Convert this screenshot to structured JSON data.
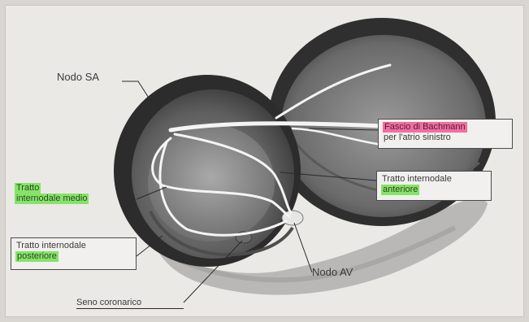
{
  "labels": {
    "sa_node": "Nodo SA",
    "bachmann_line1": "Fascio di Bachmann",
    "bachmann_line2": "per l'atrio sinistro",
    "anterior_line1": "Tratto internodale",
    "anterior_line2": "anteriore",
    "middle_line1": "Tratto",
    "middle_line2": "internodale medio",
    "posterior_line1": "Tratto internodale",
    "posterior_line2": "posteriore",
    "av_node": "Nodo AV",
    "coronary_sinus": "Seno coronarico"
  },
  "colors": {
    "highlight_pink": "#f06fa0",
    "highlight_green": "#86e36a",
    "pathway": "#f4f4f4"
  }
}
